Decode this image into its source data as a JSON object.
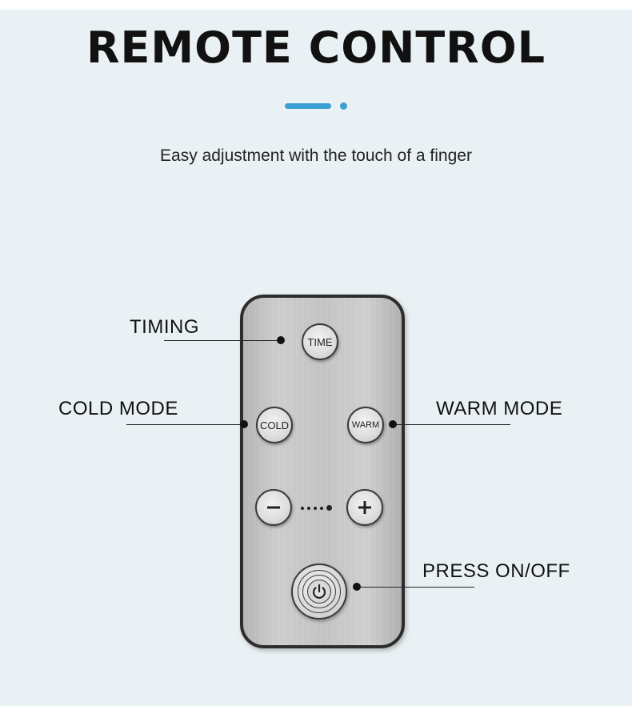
{
  "header": {
    "title": "REMOTE CONTROL",
    "subtitle": "Easy adjustment with the touch of a finger",
    "accent_color": "#3b9fd6"
  },
  "remote": {
    "buttons": {
      "time": "TIME",
      "cold": "COLD",
      "warm": "WARM",
      "minus_icon": "minus-icon",
      "plus_icon": "plus-icon",
      "power_icon": "power-icon"
    }
  },
  "callouts": {
    "timing": "TIMING",
    "cold_mode": "COLD MODE",
    "warm_mode": "WARM MODE",
    "press_on_off": "PRESS ON/OFF"
  }
}
